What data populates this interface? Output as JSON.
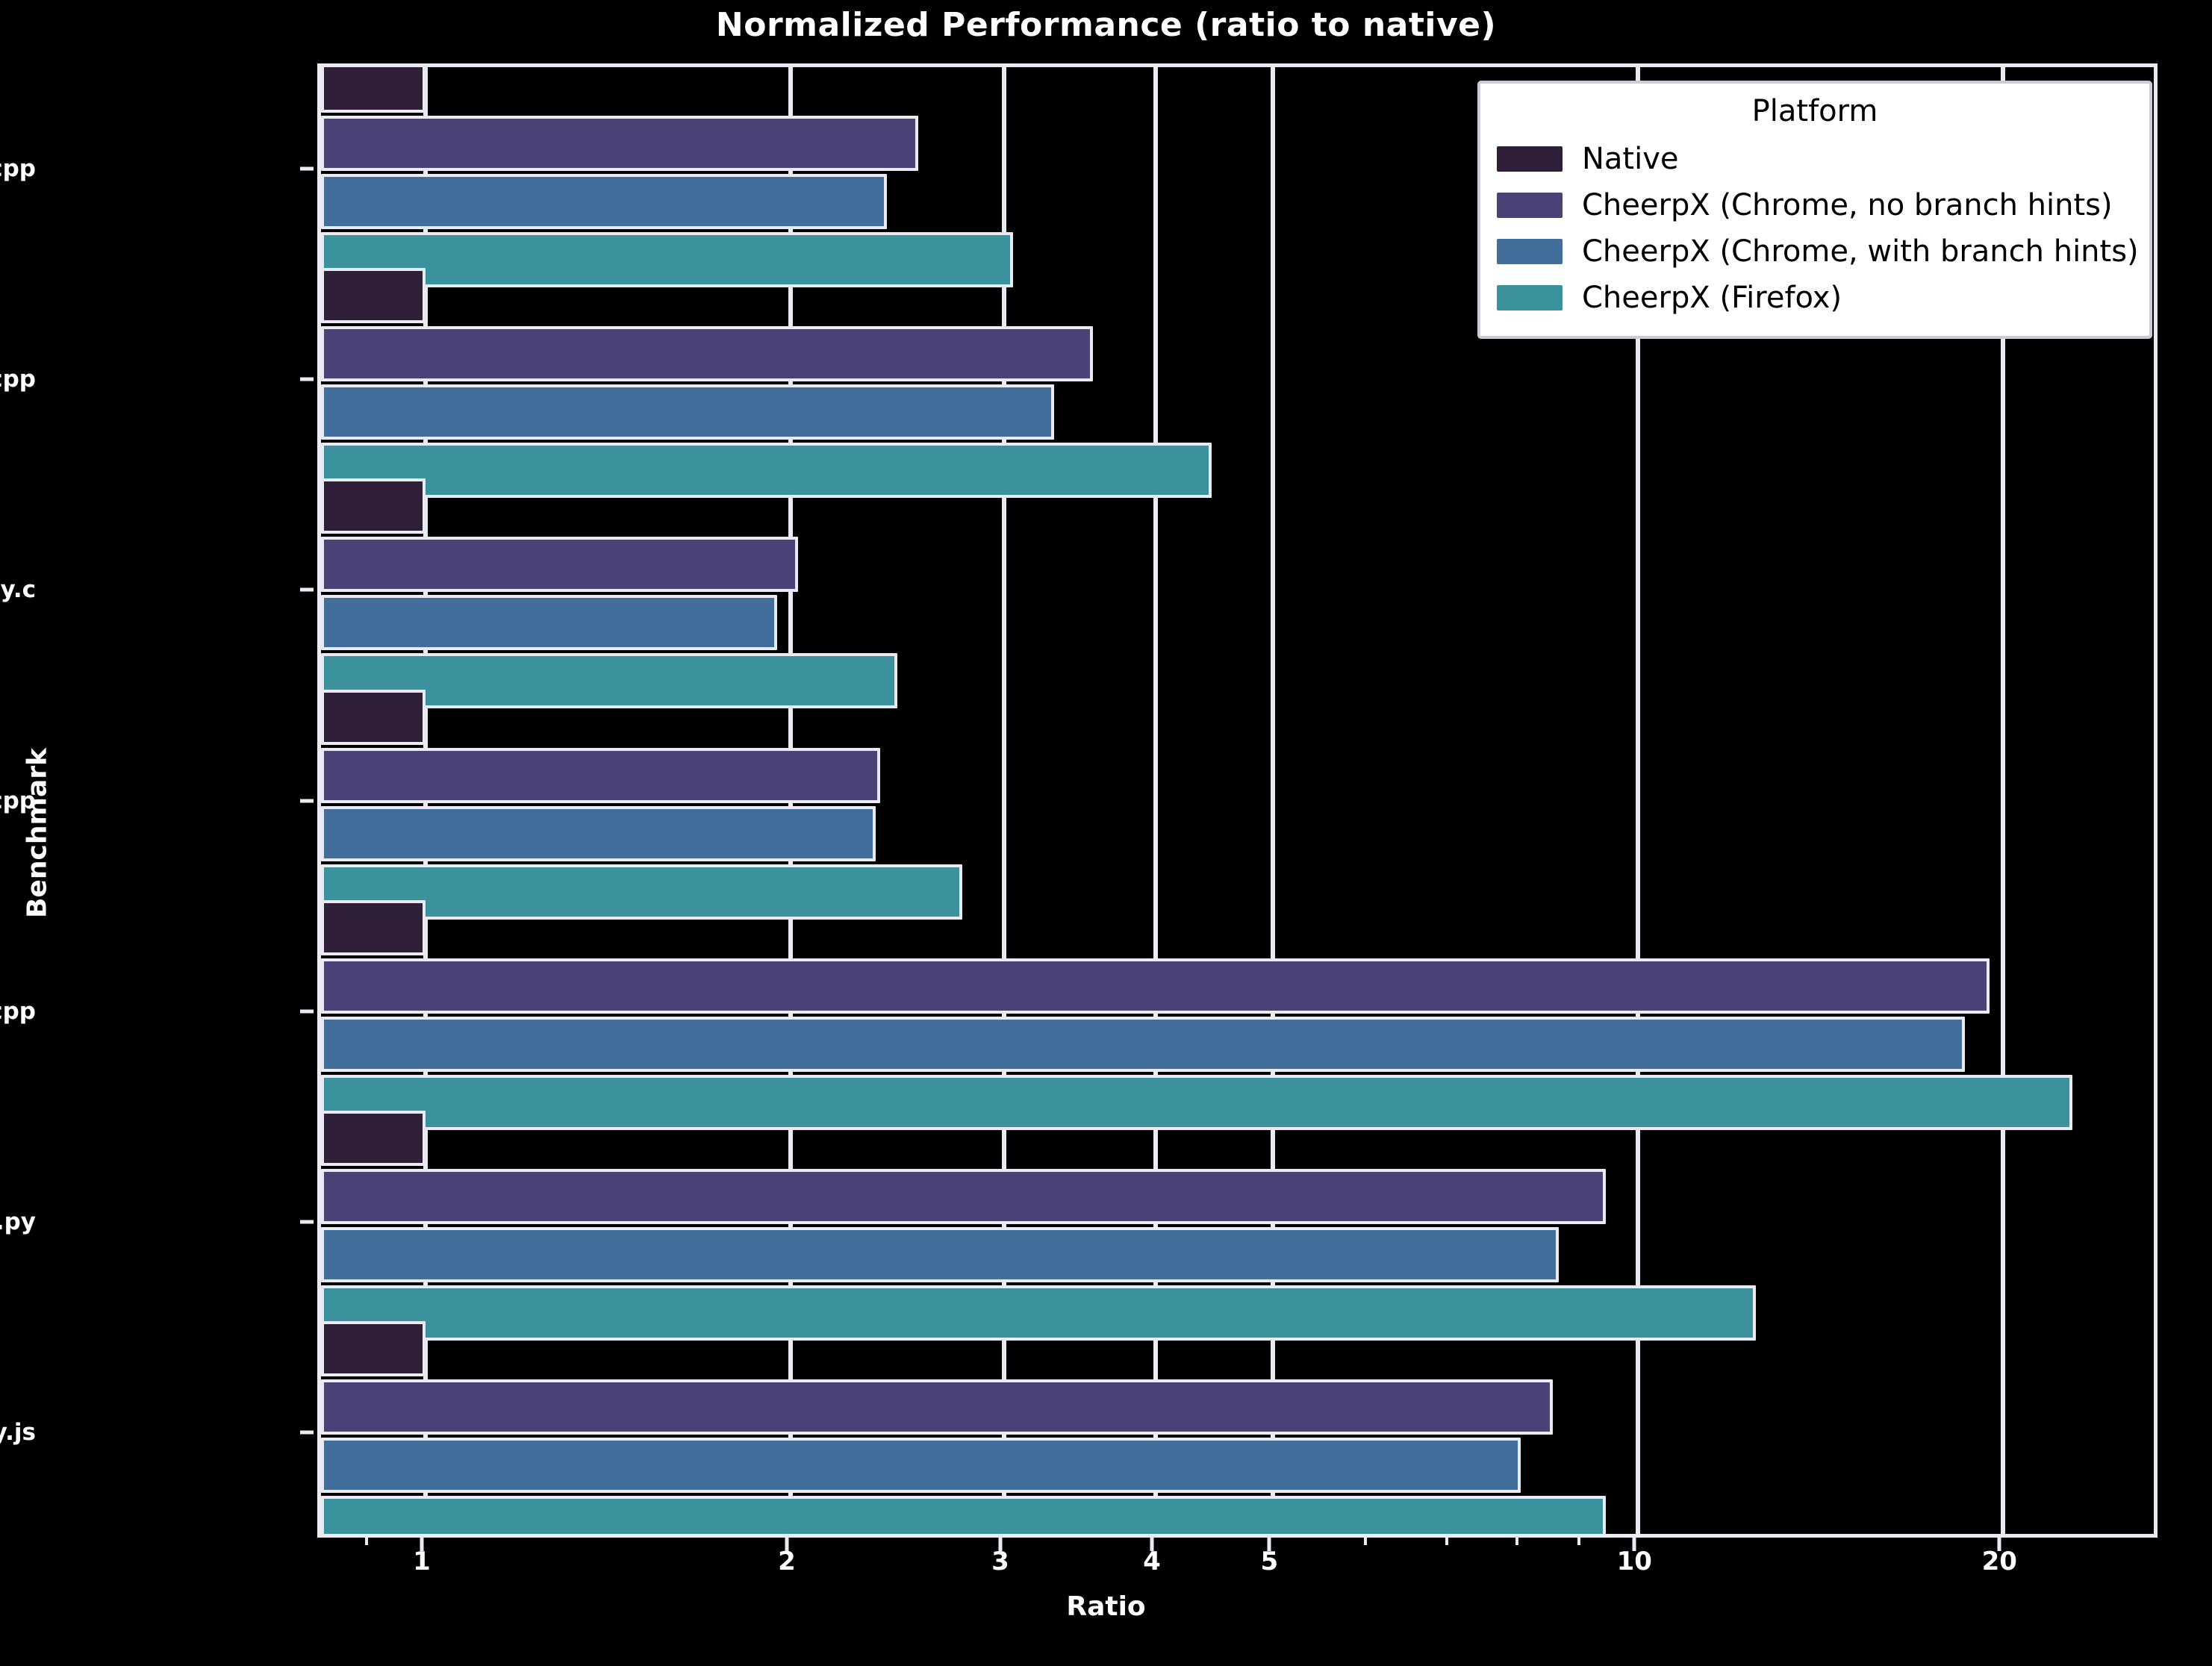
{
  "chart_data": {
    "type": "bar",
    "orientation": "horizontal",
    "title": "Normalized Performance (ratio to native)",
    "xlabel": "Ratio",
    "ylabel": "Benchmark",
    "xscale": "log",
    "xlim": [
      0.82,
      27.0
    ],
    "grid": true,
    "xticks": [
      1,
      2,
      3,
      4,
      5,
      10,
      20
    ],
    "xtick_labels": [
      "1",
      "2",
      "3",
      "4",
      "5",
      "10",
      "20"
    ],
    "categories": [
      "fasta.cpp",
      "lbm.cpp",
      "nbody.c",
      "primes.cpp",
      "bench.cpp",
      "binarytrees.py",
      "nbody.js"
    ],
    "legend": {
      "title": "Platform",
      "position": "upper right",
      "entries": [
        "Native",
        "CheerpX (Chrome, no branch hints)",
        "CheerpX (Chrome, with branch hints)",
        "CheerpX (Firefox)"
      ]
    },
    "series": [
      {
        "name": "Native",
        "color": "#2f1f38",
        "values": [
          1.0,
          1.0,
          1.0,
          1.0,
          1.0,
          1.0,
          1.0
        ]
      },
      {
        "name": "CheerpX (Chrome, no branch hints)",
        "color": "#4b4378",
        "values": [
          2.55,
          3.55,
          2.03,
          2.37,
          19.5,
          9.4,
          8.5
        ]
      },
      {
        "name": "CheerpX (Chrome, with branch hints)",
        "color": "#416e9b",
        "values": [
          2.4,
          3.3,
          1.95,
          2.35,
          18.6,
          8.6,
          8.0
        ]
      },
      {
        "name": "CheerpX (Firefox)",
        "color": "#3b919c",
        "values": [
          3.05,
          4.45,
          2.45,
          2.77,
          22.8,
          12.5,
          9.4
        ]
      }
    ]
  },
  "colors": {
    "background": "#000000",
    "foreground": "#ffffff",
    "grid": "#eaeaf2",
    "legend_background": "#ffffff",
    "legend_text": "#000000"
  }
}
